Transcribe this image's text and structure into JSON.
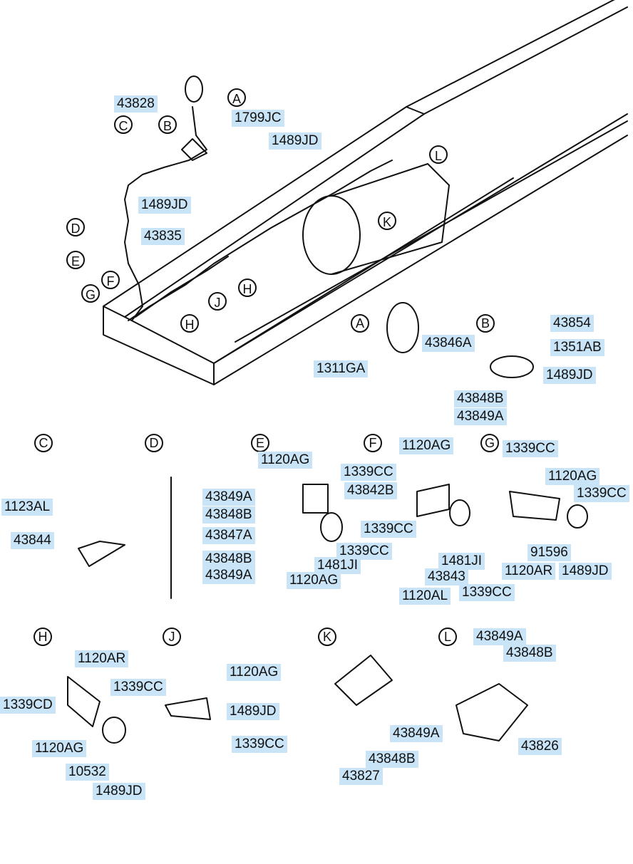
{
  "callouts": {
    "A": "A",
    "B": "B",
    "C": "C",
    "D": "D",
    "E": "E",
    "F": "F",
    "G": "G",
    "H": "H",
    "J": "J",
    "K": "K",
    "L": "L"
  },
  "sections": {
    "A": "A",
    "B": "B",
    "C": "C",
    "D": "D",
    "E": "E",
    "F": "F",
    "G": "G",
    "H": "H",
    "J": "J",
    "K": "K",
    "L": "L"
  },
  "labels": {
    "main_43828": "43828",
    "main_1799JC": "1799JC",
    "main_1489JD_a": "1489JD",
    "main_1489JD_b": "1489JD",
    "main_43835": "43835",
    "a_43846A": "43846A",
    "a_1311GA": "1311GA",
    "a_43848B": "43848B",
    "a_43849A": "43849A",
    "a_1120AG": "1120AG",
    "b_43854": "43854",
    "b_1351AB": "1351AB",
    "b_1489JD": "1489JD",
    "c_1123AL": "1123AL",
    "c_43844": "43844",
    "d_43849A_1": "43849A",
    "d_43848B_1": "43848B",
    "d_43847A": "43847A",
    "d_43848B_2": "43848B",
    "d_43849A_2": "43849A",
    "e_1120AG_1": "1120AG",
    "e_1339CC_1": "1339CC",
    "e_43842B": "43842B",
    "e_1339CC_2": "1339CC",
    "e_1481JI": "1481JI",
    "e_1120AG_2": "1120AG",
    "f_1339CC": "1339CC",
    "f_1120AL": "1120AL",
    "f_43843": "43843",
    "f_1481JI": "1481JI",
    "f_1339CC_2": "1339CC",
    "g_1339CC_1": "1339CC",
    "g_1120AG": "1120AG",
    "g_1339CC_2": "1339CC",
    "g_91596": "91596",
    "g_1120AR": "1120AR",
    "g_1489JD": "1489JD",
    "h_1120AR": "1120AR",
    "h_1339CC": "1339CC",
    "h_1339CD": "1339CD",
    "h_1120AG": "1120AG",
    "h_10532": "10532",
    "h_1489JD": "1489JD",
    "j_1120AG": "1120AG",
    "j_1489JD": "1489JD",
    "j_1339CC": "1339CC",
    "k_43849A": "43849A",
    "k_43848B": "43848B",
    "k_43827": "43827",
    "l_43849A": "43849A",
    "l_43848B": "43848B",
    "l_43826": "43826"
  }
}
